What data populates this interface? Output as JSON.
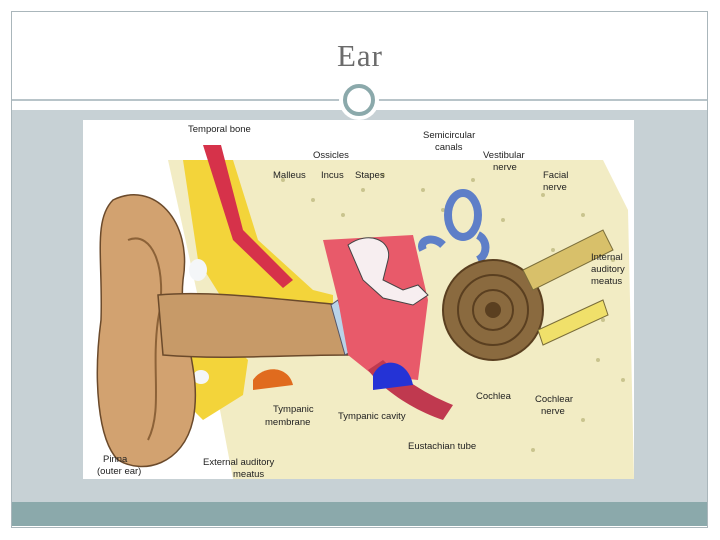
{
  "slide": {
    "title": "Ear"
  },
  "diagram": {
    "labels": {
      "temporal_bone": "Temporal bone",
      "ossicles": "Ossicles",
      "malleus": "Malleus",
      "incus": "Incus",
      "stapes": "Stapes",
      "semicircular_line1": "Semicircular",
      "semicircular_line2": "canals",
      "vestibular_line1": "Vestibular",
      "vestibular_line2": "nerve",
      "facial_line1": "Facial",
      "facial_line2": "nerve",
      "internal_line1": "Internal",
      "internal_line2": "auditory",
      "internal_line3": "meatus",
      "cochlea": "Cochlea",
      "cochlear_nerve_line1": "Cochlear",
      "cochlear_nerve_line2": "nerve",
      "tympanic_membrane_line1": "Tympanic",
      "tympanic_membrane_line2": "membrane",
      "tympanic_cavity": "Tympanic cavity",
      "eustachian": "Eustachian tube",
      "pinna_line1": "Pinna",
      "pinna_line2": "(outer ear)",
      "eam_line1": "External auditory",
      "eam_line2": "meatus"
    }
  }
}
